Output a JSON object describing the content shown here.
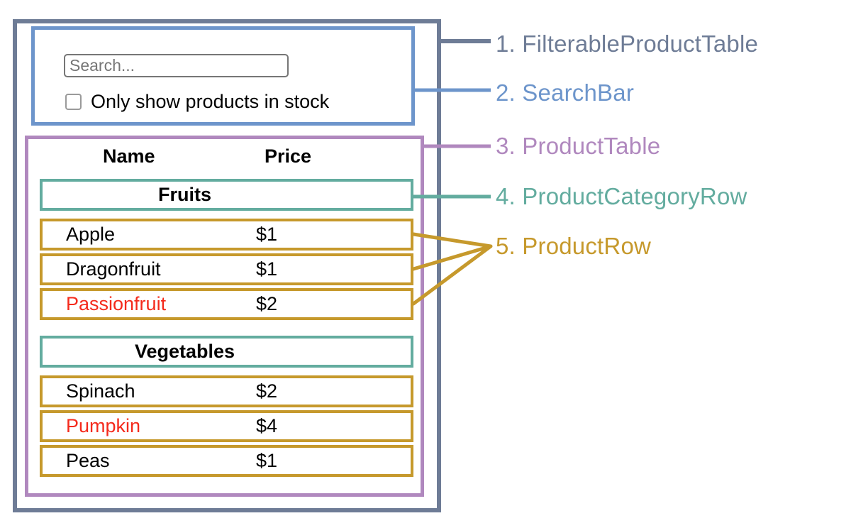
{
  "colors": {
    "filterable_product_table": "#6E7C96",
    "search_bar": "#6D95CB",
    "product_table": "#B088BE",
    "product_category_row": "#63AC9F",
    "product_row": "#C6992C",
    "out_of_stock_text": "#F42A1C",
    "input_border": "#767676",
    "placeholder_text": "#767676",
    "text": "#000000"
  },
  "search_bar": {
    "search_input_value": "",
    "search_input_placeholder": "Search...",
    "checkbox_checked": false,
    "checkbox_label": "Only show products in stock"
  },
  "product_table": {
    "columns": [
      "Name",
      "Price"
    ],
    "sections": [
      {
        "category": "Fruits",
        "rows": [
          {
            "name": "Apple",
            "price": "$1",
            "in_stock": true
          },
          {
            "name": "Dragonfruit",
            "price": "$1",
            "in_stock": true
          },
          {
            "name": "Passionfruit",
            "price": "$2",
            "in_stock": false
          }
        ]
      },
      {
        "category": "Vegetables",
        "rows": [
          {
            "name": "Spinach",
            "price": "$2",
            "in_stock": true
          },
          {
            "name": "Pumpkin",
            "price": "$4",
            "in_stock": false
          },
          {
            "name": "Peas",
            "price": "$1",
            "in_stock": true
          }
        ]
      }
    ]
  },
  "annotations": [
    {
      "number": "1.",
      "name": "FilterableProductTable"
    },
    {
      "number": "2.",
      "name": "SearchBar"
    },
    {
      "number": "3.",
      "name": "ProductTable"
    },
    {
      "number": "4.",
      "name": "ProductCategoryRow"
    },
    {
      "number": "5.",
      "name": "ProductRow"
    }
  ]
}
